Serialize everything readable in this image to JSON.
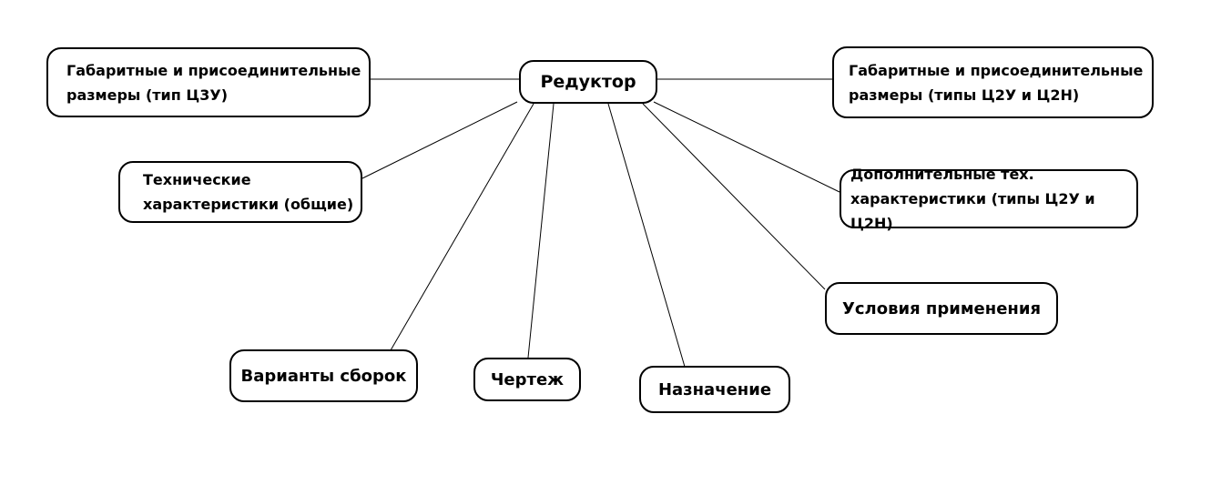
{
  "diagram": {
    "root": "Редуктор",
    "nodes": {
      "gabarity_c3u": "Габаритные и присоединительные\nразмеры (тип Ц3У)",
      "gabarity_c2u_c2n": "Габаритные и присоединительные\nразмеры (типы Ц2У и Ц2Н)",
      "tech_general": "Технические\nхарактеристики (общие)",
      "tech_additional": "Дополнительные тех.\nхарактеристики (типы Ц2У и Ц2Н)",
      "conditions": "Условия применения",
      "assembly_variants": "Варианты сборок",
      "drawing": "Чертеж",
      "purpose": "Назначение"
    },
    "colors": {
      "stroke": "#000000",
      "fill": "#ffffff",
      "text": "#000000"
    }
  }
}
